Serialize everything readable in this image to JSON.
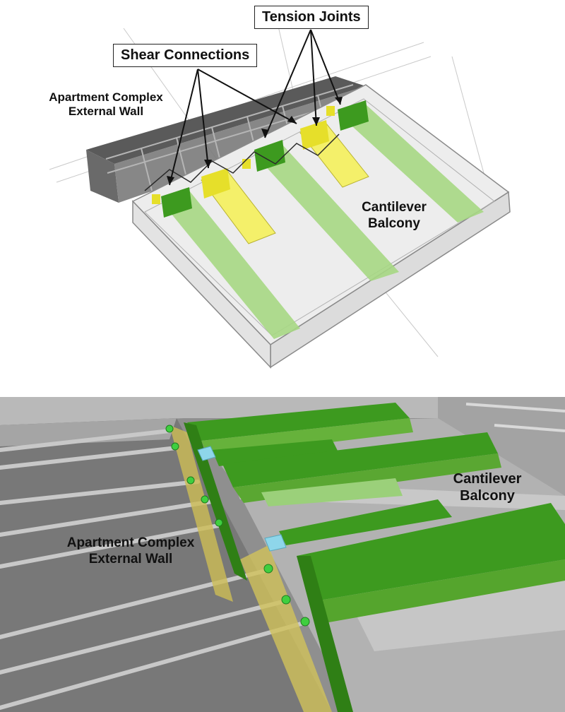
{
  "top": {
    "callout_tension": "Tension Joints",
    "callout_shear": "Shear Connections",
    "wall_label_line1": "Apartment Complex",
    "wall_label_line2": "External Wall",
    "balcony_label_line1": "Cantilever",
    "balcony_label_line2": "Balcony"
  },
  "bottom": {
    "wall_label_line1": "Apartment Complex",
    "wall_label_line2": "External Wall",
    "balcony_label_line1": "Cantilever",
    "balcony_label_line2": "Balcony"
  },
  "colors": {
    "green_beam": "#a6d783",
    "dark_green": "#3d9a1f",
    "yellow": "#f4f06a",
    "concrete": "#8a8a8a",
    "connector_cyan": "#8ed6ea"
  }
}
